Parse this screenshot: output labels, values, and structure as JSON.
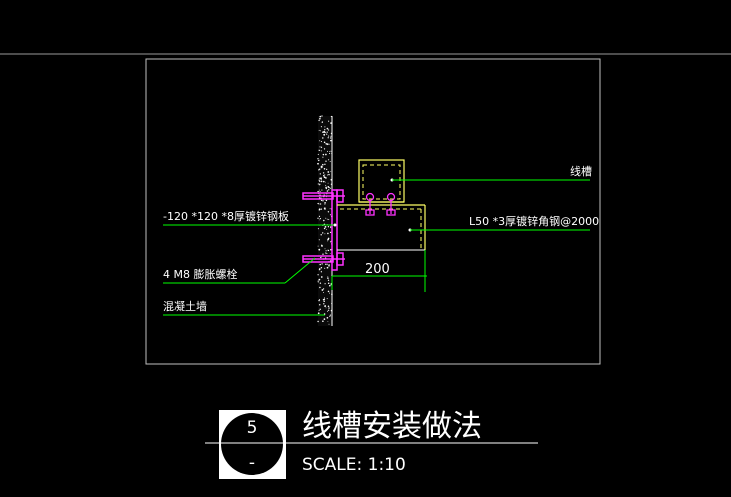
{
  "labels": {
    "trunking": "线槽",
    "angle_steel": "L50 *3厚镀锌角钢@2000",
    "steel_plate": "-120 *120 *8厚镀锌钢板",
    "expansion_bolt": "4 M8 膨胀螺栓",
    "wall": "混凝土墙"
  },
  "dimension": "200",
  "title_block": {
    "detail_number": "5",
    "sheet_ref": "-",
    "title": "线槽安装做法",
    "scale": "SCALE: 1:10"
  },
  "colors": {
    "background": "#000000",
    "frame": "#bfbfbf",
    "leader": "#00ff00",
    "steel": "#ffff66",
    "bolt": "#ff33ff",
    "text": "#ffffff"
  }
}
